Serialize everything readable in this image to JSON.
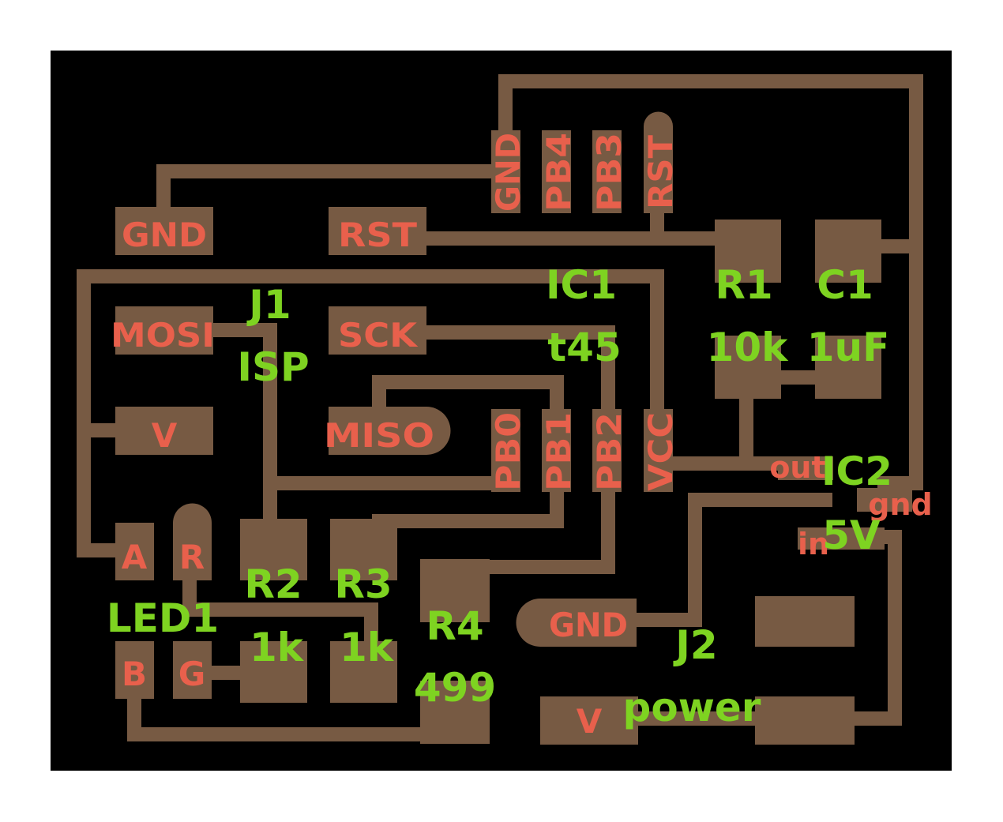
{
  "colors": {
    "page": "#ffffff",
    "board": "#000000",
    "copper": "#775a43",
    "pin_label": "#e8604c",
    "part_label": "#7ed321"
  },
  "components": {
    "j1": {
      "ref": "J1",
      "value": "ISP",
      "pins": {
        "gnd": "GND",
        "rst": "RST",
        "mosi": "MOSI",
        "sck": "SCK",
        "v": "V",
        "miso": "MISO"
      }
    },
    "ic1": {
      "ref": "IC1",
      "value": "t45",
      "pins": {
        "gnd": "GND",
        "pb4": "PB4",
        "pb3": "PB3",
        "rst": "RST",
        "pb0": "PB0",
        "pb1": "PB1",
        "pb2": "PB2",
        "vcc": "VCC"
      }
    },
    "r1": {
      "ref": "R1",
      "value": "10k"
    },
    "c1": {
      "ref": "C1",
      "value": "1uF"
    },
    "ic2": {
      "ref": "IC2",
      "value": "5V",
      "pins": {
        "out": "out",
        "gnd": "gnd",
        "in": "in"
      }
    },
    "led1": {
      "ref": "LED1",
      "pins": {
        "a": "A",
        "r": "R",
        "b": "B",
        "g": "G"
      }
    },
    "r2": {
      "ref": "R2",
      "value": "1k"
    },
    "r3": {
      "ref": "R3",
      "value": "1k"
    },
    "r4": {
      "ref": "R4",
      "value": "499"
    },
    "j2": {
      "ref": "J2",
      "value": "power",
      "pins": {
        "gnd": "GND",
        "v": "V"
      }
    }
  }
}
